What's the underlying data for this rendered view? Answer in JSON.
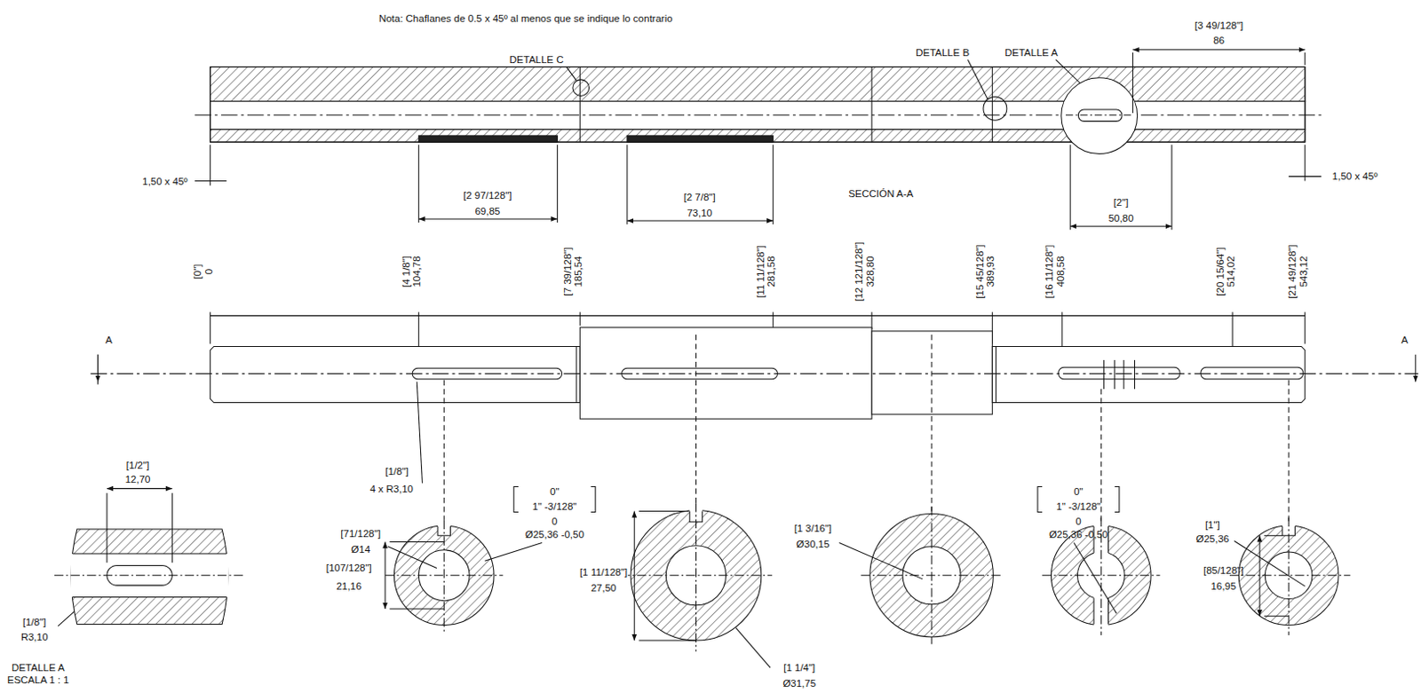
{
  "diagram": {
    "labels": [
      "Nota: Chaflanes de 0.5 x 45º al menos que se indique lo contrario",
      "DETALLE C",
      "DETALLE B",
      "DETALLE A",
      "[3 49/128\"]",
      "86",
      "1,50 x 45º",
      "1,50 x 45º",
      "[2 97/128\"]",
      "69,85",
      "[2 7/8\"]",
      "73,10",
      "SECCIÓN A-A",
      "[2\"]",
      "50,80",
      "[0\"]",
      "0",
      "[4 1/8\"]",
      "104,78",
      "[7 39/128\"]",
      "185,54",
      "[11 11/128\"]",
      "281,58",
      "[12 121/128\"]",
      "328,80",
      "[15 45/128\"]",
      "389,93",
      "[16 11/128\"]",
      "408,58",
      "[20 15/64\"]",
      "514,02",
      "[21 49/128\"]",
      "543,12",
      "[1/8\"]",
      "4 x R3,10",
      "[71/128\"]",
      "Ø14",
      "[107/128\"]",
      "21,16",
      "0\"",
      "1\" -3/128\"",
      "0",
      "Ø25,36 -0,50",
      "[1 11/128\"]",
      "27,50",
      "[1 1/4\"]",
      "Ø31,75",
      "[1 3/16\"]",
      "Ø30,15",
      "0\"",
      "1\" -3/128\"",
      "0",
      "Ø25,36 -0,50",
      "[1\"]",
      "Ø25,36",
      "[85/128\"]",
      "16,95",
      "[1/2\"]",
      "12,70",
      "[1/8\"]",
      "R3,10",
      "DETALLE A",
      "ESCALA 1 : 1",
      "A",
      "A"
    ]
  }
}
